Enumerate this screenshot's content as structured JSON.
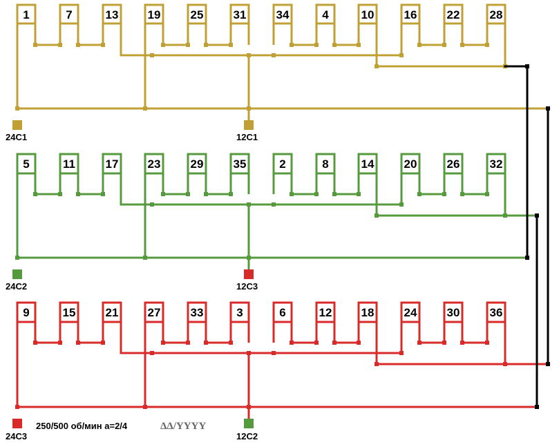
{
  "colors": {
    "phase1": "#C0A035",
    "phase2": "#559A3C",
    "phase3": "#D92A2A",
    "bus": "#000000"
  },
  "phases": [
    {
      "name": "phase1",
      "coils": [
        "1",
        "7",
        "13",
        "19",
        "25",
        "31",
        "34",
        "4",
        "10",
        "16",
        "22",
        "28"
      ]
    },
    {
      "name": "phase2",
      "coils": [
        "5",
        "11",
        "17",
        "23",
        "29",
        "35",
        "2",
        "8",
        "14",
        "20",
        "26",
        "32"
      ]
    },
    {
      "name": "phase3",
      "coils": [
        "9",
        "15",
        "21",
        "27",
        "33",
        "3",
        "6",
        "12",
        "18",
        "24",
        "30",
        "36"
      ]
    }
  ],
  "terminals": {
    "t24c1": {
      "label": "24C1",
      "color": "#C0A035"
    },
    "t12c1": {
      "label": "12C1",
      "color": "#C0A035"
    },
    "t24c2": {
      "label": "24C2",
      "color": "#559A3C"
    },
    "t12c3": {
      "label": "12C3",
      "color": "#D92A2A"
    },
    "t24c3": {
      "label": "24C3",
      "color": "#D92A2A"
    },
    "t12c2": {
      "label": "12C2",
      "color": "#559A3C"
    }
  },
  "caption": {
    "speed": "250/500 об/мин a=2/4",
    "scheme": "ΔΔ/YYYY"
  }
}
